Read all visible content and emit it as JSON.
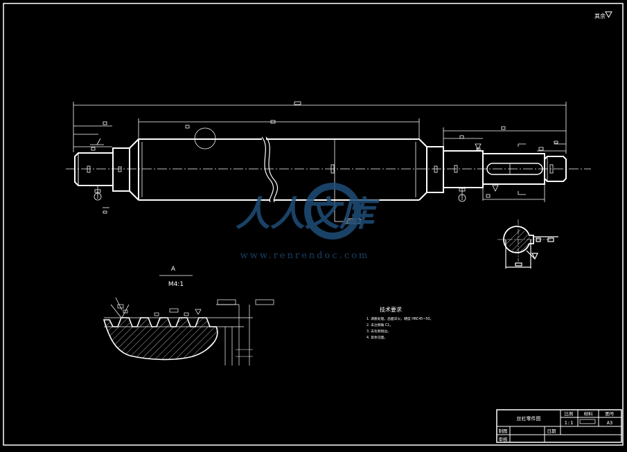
{
  "drawing": {
    "background": "#000000",
    "line_color": "#ffffff",
    "accent": "#eef06a"
  },
  "section_view": {
    "label": "A",
    "scale": "M4:1"
  },
  "tech_requirements": {
    "title": "技术要求",
    "items": [
      "1. 调质处理，齿面淬火，硬度 HRC45~50。",
      "2. 未注倒角 C1。",
      "3. 去毛刺锐边。",
      "4. 其余见图。"
    ]
  },
  "title_block": {
    "part_name": "丝杠零件图",
    "headers": [
      "比例",
      "材料",
      "图号"
    ],
    "scale_value": "1:1",
    "sheet_size": "A3",
    "drawn_by_label": "制图",
    "checked_by_label": "审核",
    "date_label": "日期"
  },
  "roughness_note": "其余",
  "watermark": {
    "brand": "人人文库",
    "url": "www.renrendoc.com",
    "color": "#1f4e79"
  }
}
